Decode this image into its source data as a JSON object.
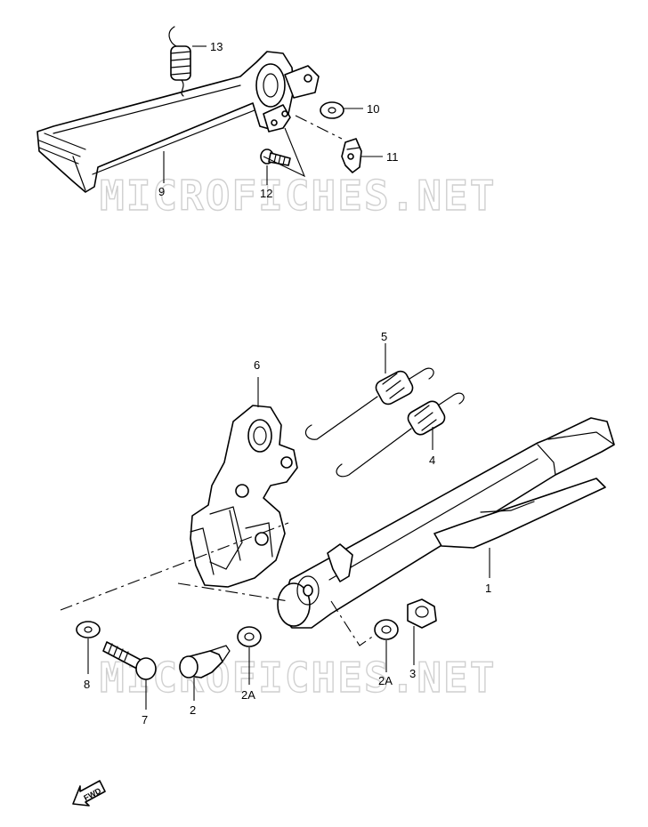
{
  "watermark": "MICROFICHES.NET",
  "fwd_label": "FWD",
  "callouts": {
    "c1": "1",
    "c2": "2",
    "c2a_left": "2A",
    "c2a_right": "2A",
    "c3": "3",
    "c4": "4",
    "c5": "5",
    "c6": "6",
    "c7": "7",
    "c8": "8",
    "c9": "9",
    "c10": "10",
    "c11": "11",
    "c12": "12",
    "c13": "13"
  }
}
